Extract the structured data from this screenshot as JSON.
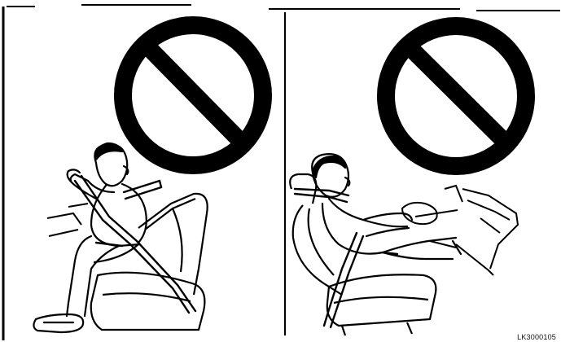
{
  "figure": {
    "panels": [
      {
        "name": "occupant-leaning-forward",
        "prohibited": true,
        "prohibition_icon": "prohibition-icon"
      },
      {
        "name": "occupant-reclined-seat",
        "prohibited": true,
        "prohibition_icon": "prohibition-icon"
      }
    ],
    "image_code": "LK3000105",
    "colors": {
      "ink": "#000000",
      "paper": "#ffffff"
    }
  }
}
